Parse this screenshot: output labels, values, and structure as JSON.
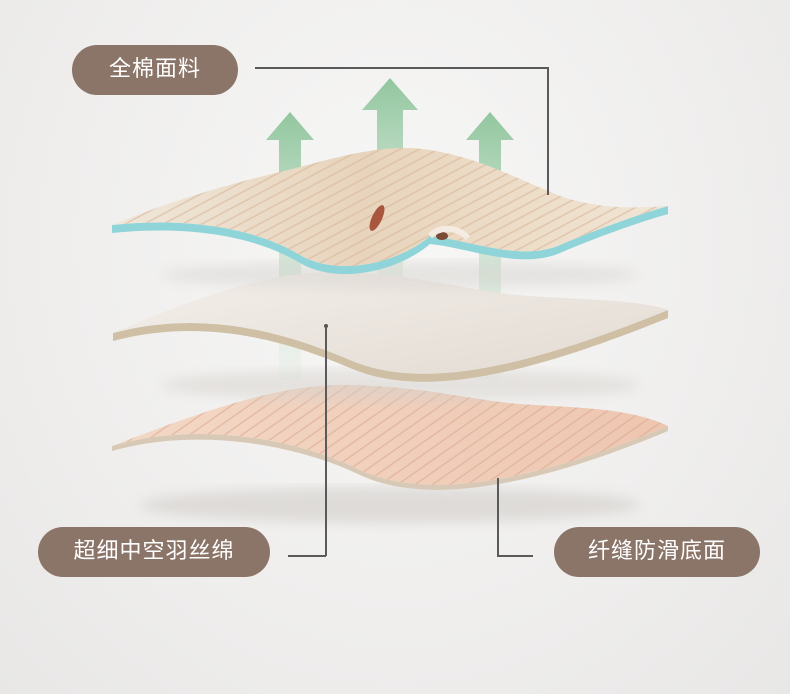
{
  "labels": {
    "top": "全棉面料",
    "middle": "超细中空羽丝绵",
    "bottom": "纤缝防滑底面"
  },
  "colors": {
    "label_bg": "#8b7468",
    "label_text": "#ffffff",
    "leader_line": "#5a5a5a",
    "arrow": "#9ccaa6",
    "top_edge": "#8fd4d8",
    "middle_fill": "#ece6e0",
    "bottom_fill": "#f0cfbc"
  },
  "icons": {
    "arrows": "up-arrow-icon"
  }
}
